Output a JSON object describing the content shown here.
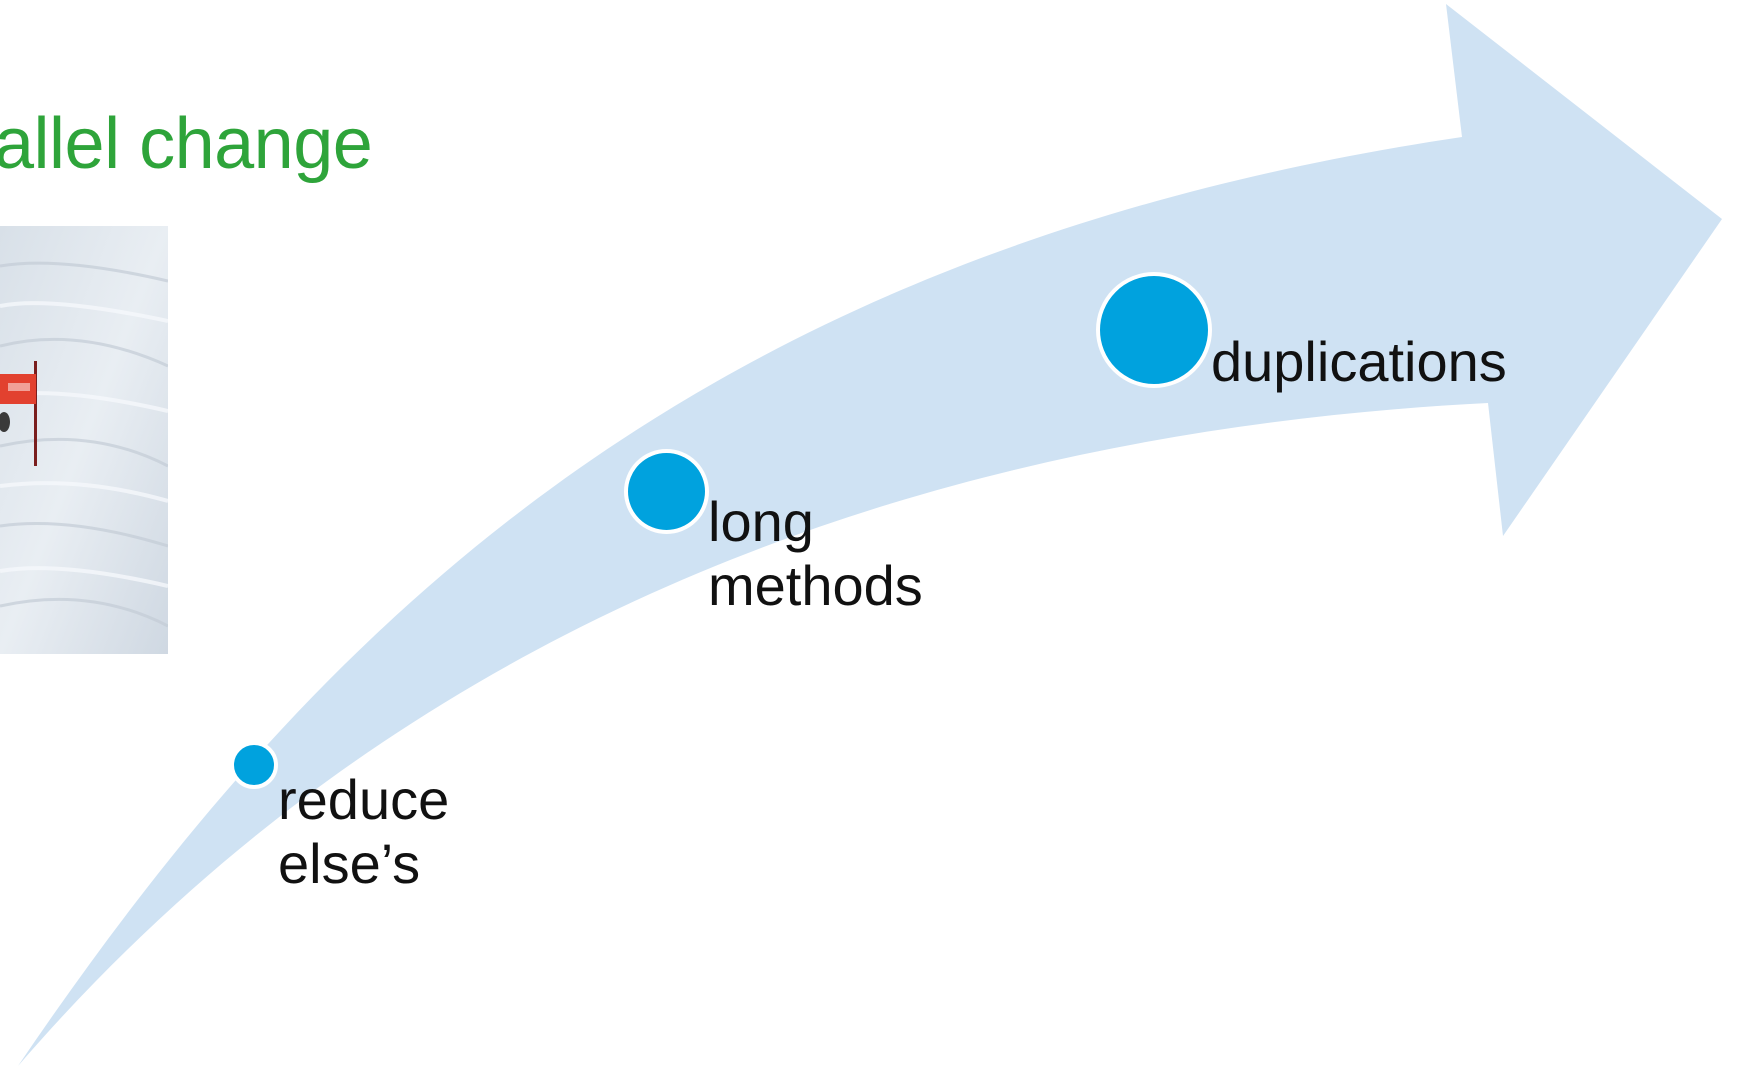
{
  "title": {
    "text": "allel change",
    "color": "#2ea43a"
  },
  "photo": {
    "subject": "ski-racer-on-slope-image",
    "gate_color": "#e2412f"
  },
  "arrow": {
    "color": "#cfe2f3"
  },
  "dot_color": "#00a2de",
  "steps": [
    {
      "line1": "reduce",
      "line2": "else’s"
    },
    {
      "line1": "long",
      "line2": "methods"
    },
    {
      "line1": "duplications",
      "line2": ""
    }
  ]
}
